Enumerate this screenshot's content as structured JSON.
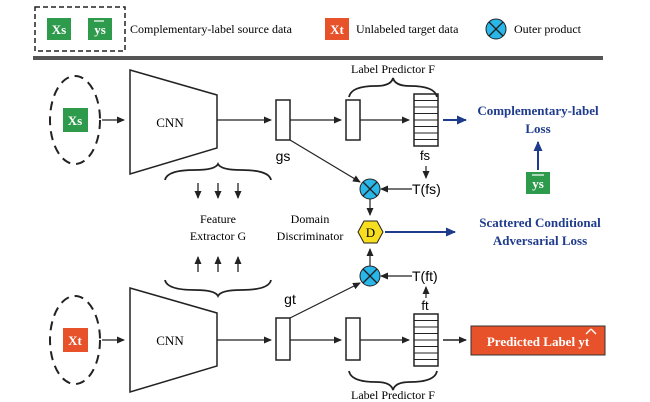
{
  "legend": {
    "xs_box": "Xs",
    "ys_box": "ys",
    "source_label": "Complementary-label source data",
    "xt_box": "Xt",
    "target_label": "Unlabeled target data",
    "outer_label": "Outer product"
  },
  "source_branch": {
    "input_box": "Xs",
    "cnn_label": "CNN",
    "feature_label": "gs",
    "predictor_label": "Label Predictor F",
    "output_label": "fs",
    "transform_label": "T(fs)",
    "loss_line1": "Complementary-label",
    "loss_line2": "Loss",
    "ys_box": "ys"
  },
  "middle": {
    "feature_line1": "Feature",
    "feature_line2": "Extractor G",
    "domain_line1": "Domain",
    "domain_line2": "Discriminator",
    "d_label": "D",
    "loss_line1": "Scattered Conditional",
    "loss_line2": "Adversarial Loss"
  },
  "target_branch": {
    "input_box": "Xt",
    "cnn_label": "CNN",
    "feature_label": "gt",
    "predictor_label": "Label Predictor F",
    "output_label": "ft",
    "transform_label": "T(ft)",
    "predicted_label": "Predicted Label yt"
  },
  "colors": {
    "green": "#2e9a4c",
    "orange": "#e8522a",
    "navy": "#1f3c8c",
    "cyan": "#29b6e8",
    "yellow": "#f7df1f"
  }
}
